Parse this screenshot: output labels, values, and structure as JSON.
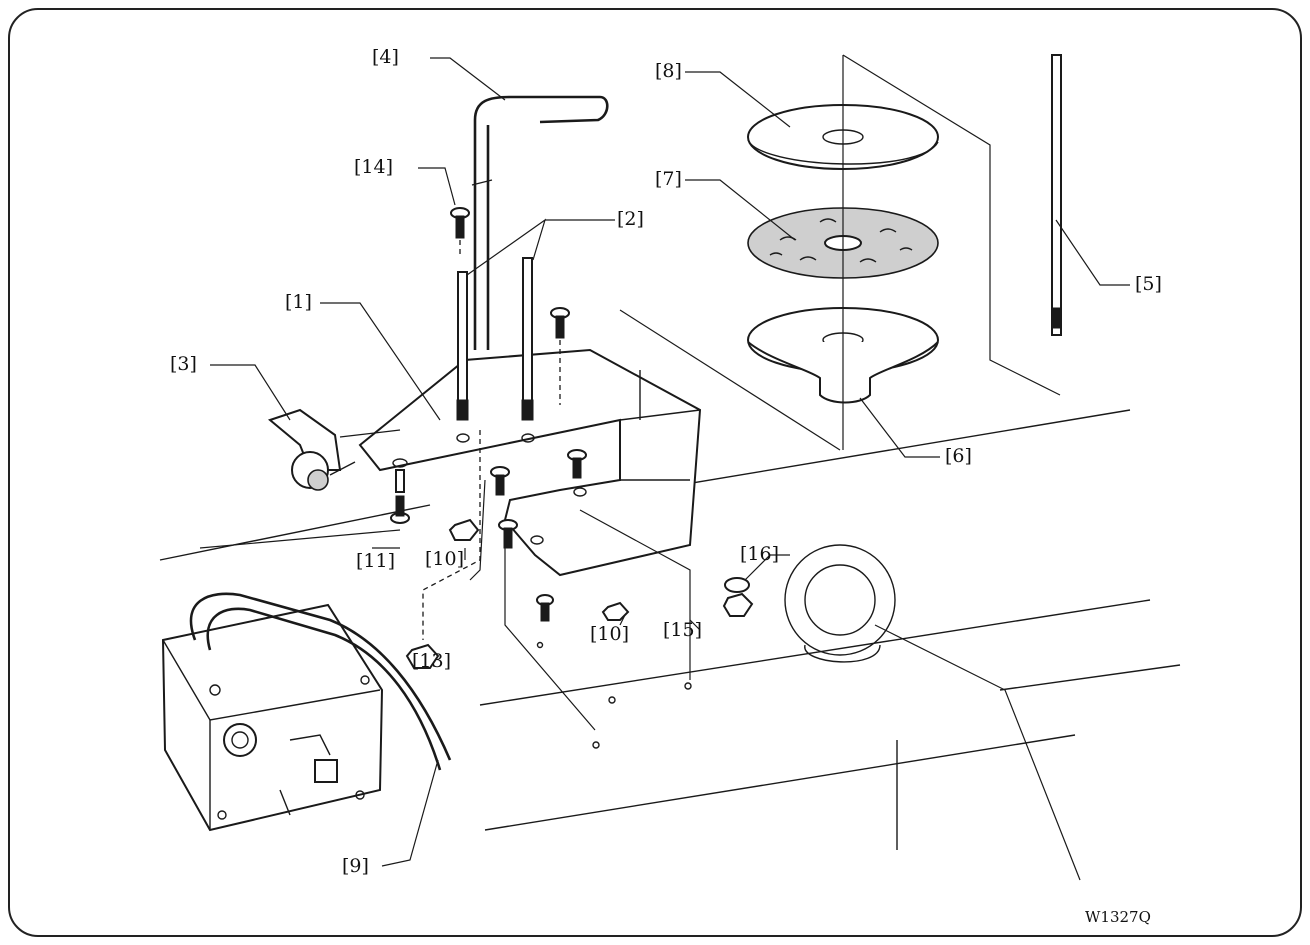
{
  "figure": {
    "drawing_code": "W1327Q",
    "callouts": [
      {
        "id": "c1",
        "text": "[1]"
      },
      {
        "id": "c2",
        "text": "[2]"
      },
      {
        "id": "c3",
        "text": "[3]"
      },
      {
        "id": "c4",
        "text": "[4]"
      },
      {
        "id": "c5",
        "text": "[5]"
      },
      {
        "id": "c6",
        "text": "[6]"
      },
      {
        "id": "c7",
        "text": "[7]"
      },
      {
        "id": "c8",
        "text": "[8]"
      },
      {
        "id": "c9",
        "text": "[9]"
      },
      {
        "id": "c10a",
        "text": "[10]"
      },
      {
        "id": "c10b",
        "text": "[10]"
      },
      {
        "id": "c11",
        "text": "[11]"
      },
      {
        "id": "c13",
        "text": "[13]"
      },
      {
        "id": "c14",
        "text": "[14]"
      },
      {
        "id": "c15",
        "text": "[15]"
      },
      {
        "id": "c16",
        "text": "[16]"
      }
    ]
  }
}
